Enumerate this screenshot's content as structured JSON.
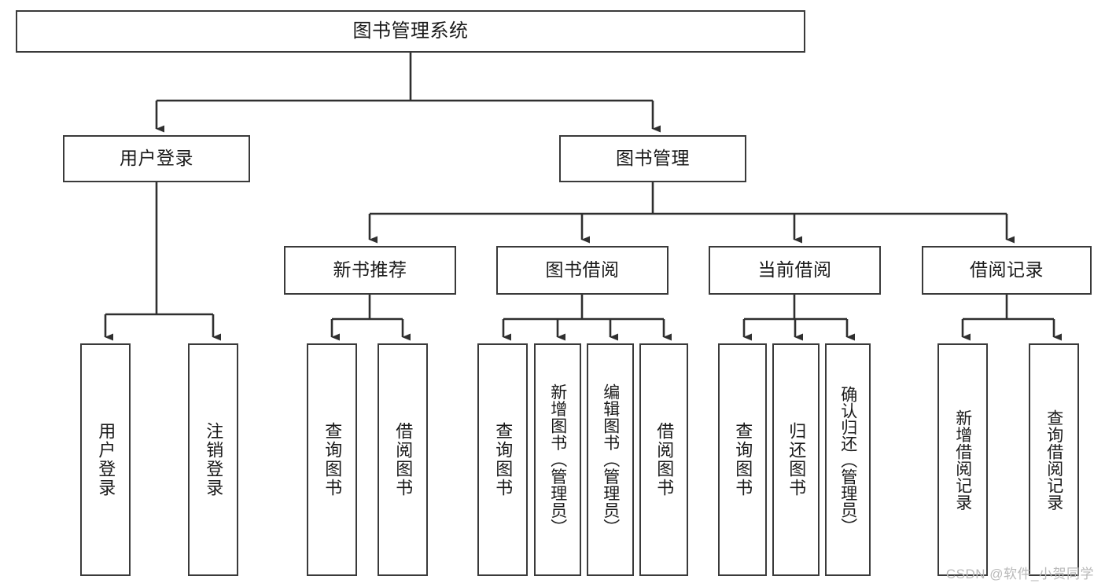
{
  "diagram": {
    "type": "tree",
    "title": "图书管理系统",
    "root": {
      "label": "图书管理系统"
    },
    "level2": [
      {
        "label": "用户登录"
      },
      {
        "label": "图书管理"
      }
    ],
    "level3": [
      {
        "label": "新书推荐"
      },
      {
        "label": "图书借阅"
      },
      {
        "label": "当前借阅"
      },
      {
        "label": "借阅记录"
      }
    ],
    "leaves": {
      "user_login": [
        {
          "label": "用户登录"
        },
        {
          "label": "注销登录"
        }
      ],
      "new_book": [
        {
          "label": "查询图书"
        },
        {
          "label": "借阅图书"
        }
      ],
      "borrow_book": [
        {
          "label": "查询图书"
        },
        {
          "label": "新增图书（管理员）"
        },
        {
          "label": "编辑图书（管理员）"
        },
        {
          "label": "借阅图书"
        }
      ],
      "current_borrow": [
        {
          "label": "查询图书"
        },
        {
          "label": "归还图书"
        },
        {
          "label": "确认归还（管理员）"
        }
      ],
      "borrow_record": [
        {
          "label": "新增借阅记录"
        },
        {
          "label": "查询借阅记录"
        }
      ]
    }
  },
  "watermark": {
    "text": "CSDN @软件_小贺同学"
  },
  "colors": {
    "box_border": "#3a3a3a",
    "box_fill": "#ffffff",
    "text": "#1a1a1a",
    "edge": "#2f2f2f",
    "watermark": "#b9b9b9"
  }
}
